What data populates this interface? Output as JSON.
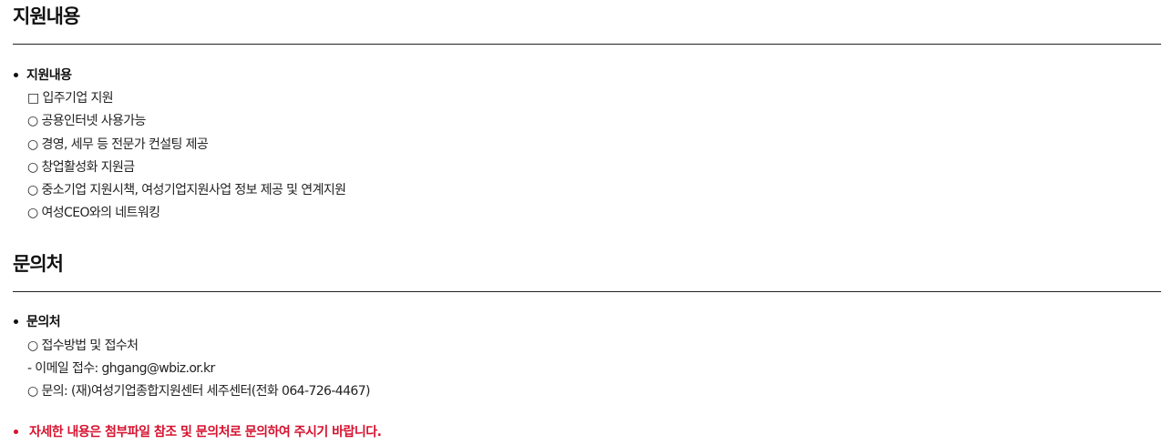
{
  "support": {
    "title": "지원내용",
    "bullet_label": "지원내용",
    "lines": [
      "□ 입주기업 지원",
      "○ 공용인터넷 사용가능",
      "○ 경영, 세무 등 전문가 컨설팅 제공",
      "○ 창업활성화 지원금",
      "○ 중소기업 지원시책, 여성기업지원사업 정보 제공 및 연계지원",
      "○ 여성CEO와의 네트워킹"
    ]
  },
  "contact": {
    "title": "문의처",
    "bullet_label": "문의처",
    "lines": [
      "○ 접수방법 및 접수처",
      "- 이메일 접수: ghgang@wbiz.or.kr",
      "○ 문의: (재)여성기업종합지원센터 세주센터(전화 064-726-4467)"
    ]
  },
  "note": {
    "text": "자세한 내용은 첨부파일 참조 및 문의처로 문의하여 주시기 바랍니다.",
    "color": "#d6112e"
  }
}
